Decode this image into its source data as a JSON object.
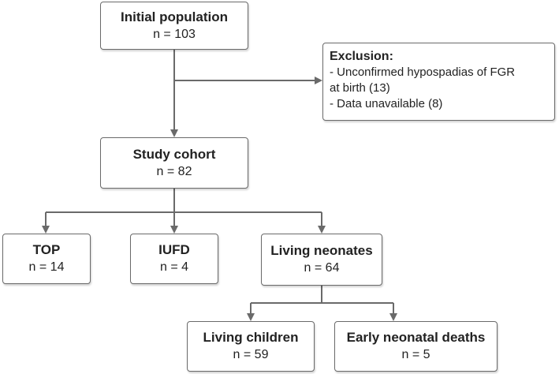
{
  "nodes": {
    "initial": {
      "title": "Initial population",
      "count": "n = 103"
    },
    "exclusion": {
      "title": "Exclusion:",
      "items": [
        "- Unconfirmed hypospadias of FGR",
        "at birth (13)",
        "- Data unavailable (8)"
      ]
    },
    "cohort": {
      "title": "Study cohort",
      "count": "n = 82"
    },
    "top": {
      "title": "TOP",
      "count": "n = 14"
    },
    "iufd": {
      "title": "IUFD",
      "count": "n = 4"
    },
    "living_neonates": {
      "title": "Living neonates",
      "count": "n = 64"
    },
    "living_children": {
      "title": "Living children",
      "count": "n = 59"
    },
    "early_deaths": {
      "title": "Early neonatal deaths",
      "count": "n = 5"
    }
  },
  "colors": {
    "border": "#6a6a6a",
    "connector": "#6a6a6a",
    "text": "#222222"
  }
}
